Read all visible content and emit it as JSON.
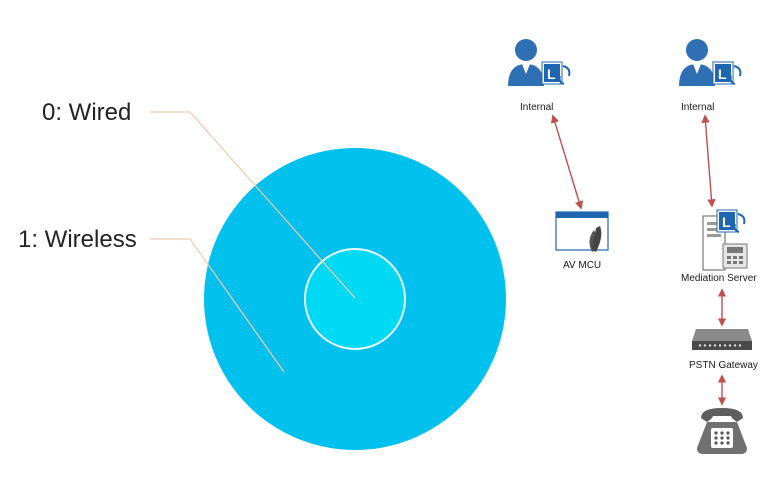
{
  "donut": {
    "labels": [
      {
        "text": "0: Wired"
      },
      {
        "text": "1: Wireless"
      }
    ],
    "colors": {
      "outer": "#00C1EE",
      "inner": "#00D9F3",
      "inner_stroke": "#E8FBFF",
      "leader": "#F4C9A8"
    }
  },
  "topology": {
    "left": {
      "user_label": "Internal",
      "node_label": "AV MCU",
      "user_icon": "person-lync-icon",
      "node_icon": "av-mcu-icon"
    },
    "right": {
      "user_label": "Internal",
      "server_label": "Mediation Server",
      "gateway_label": "PSTN Gateway",
      "user_icon": "person-lync-icon",
      "server_icon": "mediation-server-icon",
      "gateway_icon": "pstn-gateway-icon",
      "phone_icon": "telephone-icon"
    },
    "colors": {
      "arrow": "#C0504D",
      "person": "#2F6FB3",
      "lync": "#1F66B1",
      "device": "#6E6E6E"
    }
  }
}
